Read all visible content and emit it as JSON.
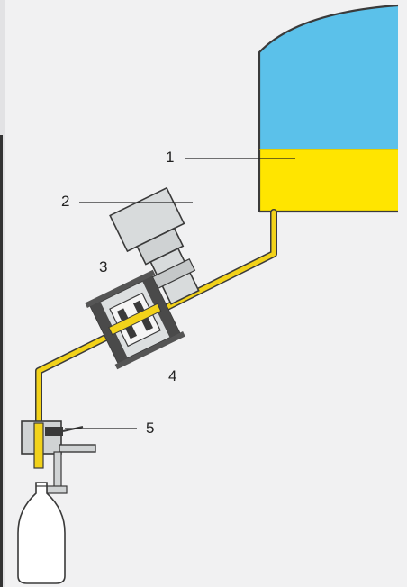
{
  "colors": {
    "background": "#f1f1f2",
    "tank_fill_upper": "#5bc1ea",
    "tank_fill_lower": "#ffe500",
    "product_line": "#f2d21a",
    "component_gray": "#d8dbdc",
    "outline": "#3a3a3a"
  },
  "callouts": [
    {
      "label": "1"
    },
    {
      "label": "2"
    },
    {
      "label": "3"
    },
    {
      "label": "4"
    },
    {
      "label": "5"
    }
  ],
  "icons": {
    "tank": "storage-tank-icon",
    "flowmeter": "flowmeter-icon",
    "valve": "valve-icon",
    "nozzle": "filling-nozzle-icon",
    "bottle": "bottle-icon"
  }
}
